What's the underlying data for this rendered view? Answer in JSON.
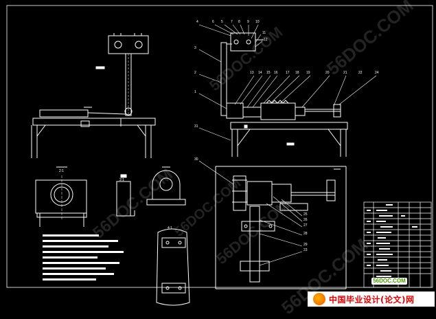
{
  "watermarks": {
    "w1": "56DOC.COM",
    "w2": "56DOC.COM",
    "w3": "56DOC.COM",
    "w4": "56DOC.COM",
    "w5": "56DOC.COM",
    "w6": "56DOC.COM"
  },
  "footer": {
    "site_name": "中国毕业设计(论文)网",
    "badge": "56DOC.COM"
  },
  "section_labels": {
    "a": "2:1",
    "b": "2:1",
    "c": "4:1"
  },
  "balloons": [
    "1",
    "2",
    "3",
    "4",
    "5",
    "6",
    "7",
    "8",
    "9",
    "10",
    "11",
    "12",
    "13",
    "14",
    "15",
    "16",
    "17",
    "18",
    "19",
    "20",
    "21",
    "22",
    "23",
    "24",
    "25",
    "26",
    "27",
    "28",
    "29",
    "30",
    "31"
  ],
  "colors": {
    "background": "#000000",
    "linework": "#ffffff",
    "watermark": "#d7d7d7",
    "footer_text": "#e00000",
    "badge_text": "#4a9a00"
  }
}
